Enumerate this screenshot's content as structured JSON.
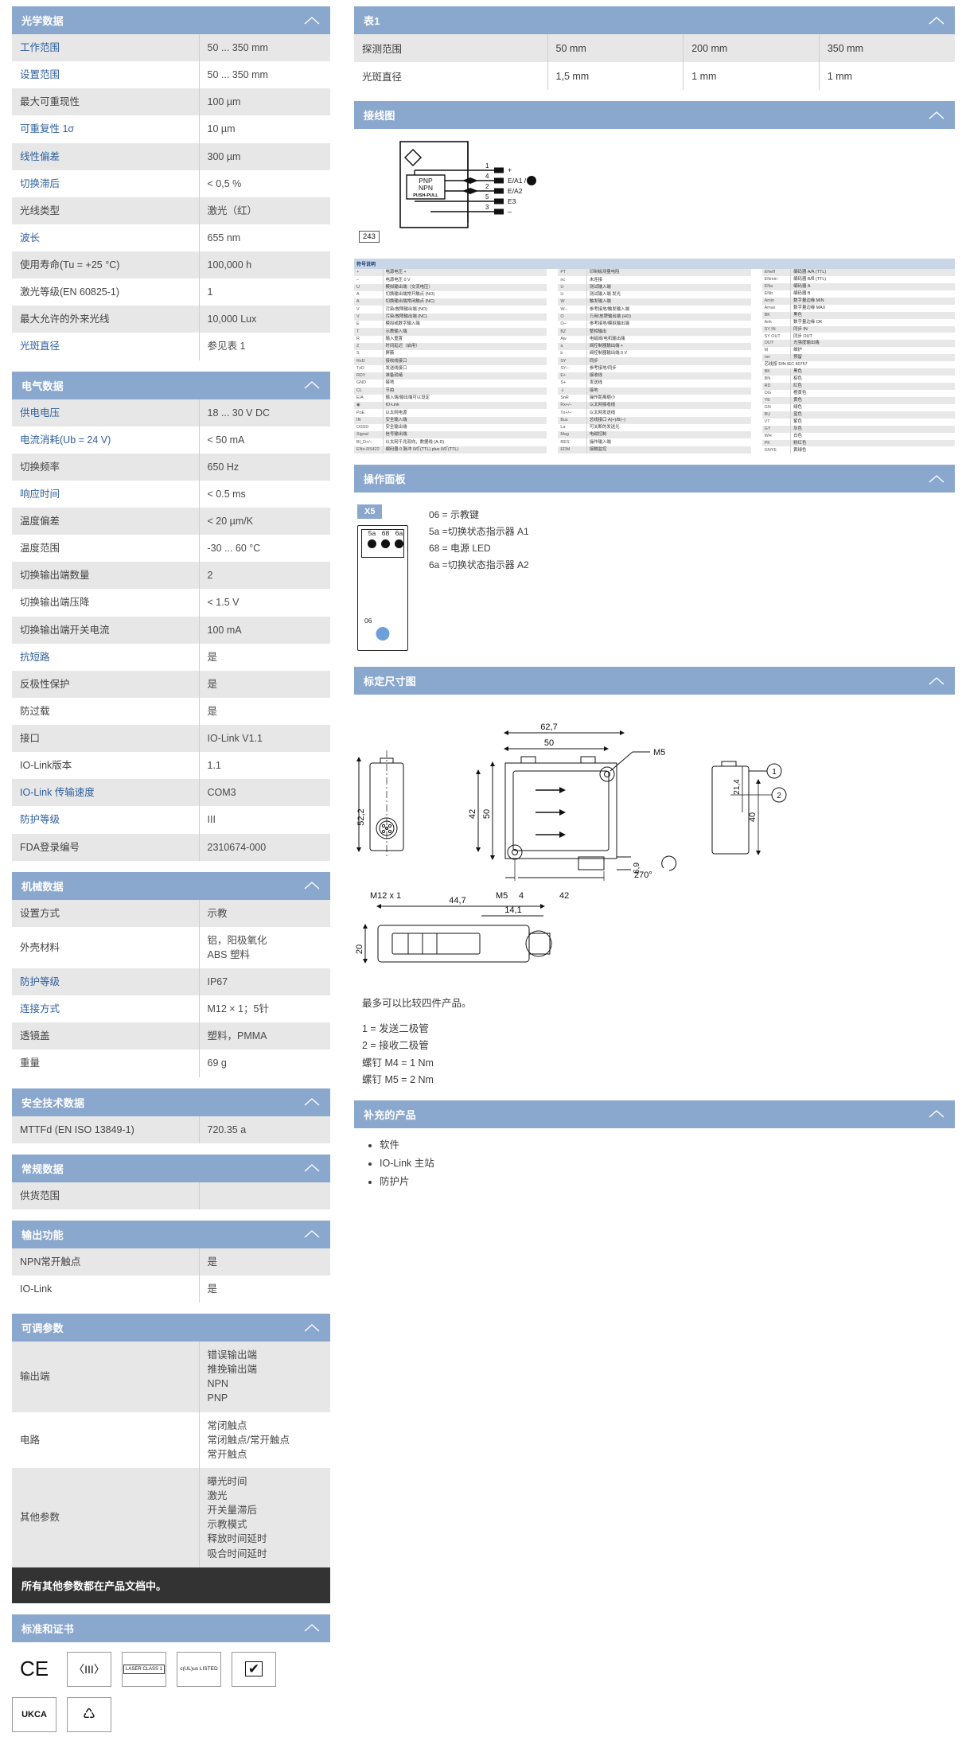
{
  "icons": {
    "collapse": "chevron-up-icon"
  },
  "colors": {
    "header_bar": "#8aa7ce",
    "note_bar": "#333333",
    "link_text": "#2f5f9e",
    "row_alt": "#e7e7e7",
    "led_blue": "#6f9fd8"
  },
  "left": {
    "sections": [
      {
        "title": "光学数据",
        "rows": [
          {
            "label": "工作范围",
            "link": true,
            "value": "50 ... 350 mm"
          },
          {
            "label": "设置范围",
            "link": true,
            "value": "50 ... 350 mm"
          },
          {
            "label": "最大可重现性",
            "link": false,
            "value": "100 µm"
          },
          {
            "label": "可重复性 1σ",
            "link": true,
            "value": "10 µm"
          },
          {
            "label": "线性偏差",
            "link": true,
            "value": "300 µm"
          },
          {
            "label": "切换滞后",
            "link": true,
            "value": "< 0,5 %"
          },
          {
            "label": "光线类型",
            "link": false,
            "value": "激光（红）"
          },
          {
            "label": "波长",
            "link": true,
            "value": "655 nm"
          },
          {
            "label": "使用寿命(Tu = +25 °C)",
            "link": false,
            "value": "100,000 h"
          },
          {
            "label": "激光等级(EN 60825-1)",
            "link": false,
            "value": "1"
          },
          {
            "label": "最大允许的外来光线",
            "link": false,
            "value": "10,000 Lux"
          },
          {
            "label": "光斑直径",
            "link": true,
            "value": "参见表 1"
          }
        ]
      },
      {
        "title": "电气数据",
        "rows": [
          {
            "label": "供电电压",
            "link": true,
            "value": "18 ... 30 V DC"
          },
          {
            "label": "电流消耗(Ub = 24 V)",
            "link": true,
            "value": "< 50 mA"
          },
          {
            "label": "切换频率",
            "link": false,
            "value": "650 Hz"
          },
          {
            "label": "响应时间",
            "link": true,
            "value": "< 0.5 ms"
          },
          {
            "label": "温度偏差",
            "link": false,
            "value": "< 20 µm/K"
          },
          {
            "label": "温度范围",
            "link": false,
            "value": "-30 ... 60 °C"
          },
          {
            "label": "切换输出端数量",
            "link": false,
            "value": "2"
          },
          {
            "label": "切换输出端压降",
            "link": false,
            "value": "< 1.5 V"
          },
          {
            "label": "切换输出端开关电流",
            "link": false,
            "value": "100 mA"
          },
          {
            "label": "抗短路",
            "link": true,
            "value": "是"
          },
          {
            "label": "反极性保护",
            "link": false,
            "value": "是"
          },
          {
            "label": "防过载",
            "link": false,
            "value": "是"
          },
          {
            "label": "接口",
            "link": false,
            "value": "IO-Link V1.1"
          },
          {
            "label": "IO-Link版本",
            "link": false,
            "value": "1.1"
          },
          {
            "label": "IO-Link 传输速度",
            "link": true,
            "value": "COM3"
          },
          {
            "label": "防护等级",
            "link": true,
            "value": "III"
          },
          {
            "label": "FDA登录编号",
            "link": false,
            "value": "2310674-000"
          }
        ]
      },
      {
        "title": "机械数据",
        "rows": [
          {
            "label": "设置方式",
            "link": false,
            "value": "示教"
          },
          {
            "label": "外壳材料",
            "link": false,
            "value": "铝，阳极氧化\nABS 塑料"
          },
          {
            "label": "防护等级",
            "link": true,
            "value": "IP67"
          },
          {
            "label": "连接方式",
            "link": true,
            "value": "M12 × 1；5针"
          },
          {
            "label": "透镜盖",
            "link": false,
            "value": "塑料，PMMA"
          },
          {
            "label": "重量",
            "link": false,
            "value": "69 g"
          }
        ]
      },
      {
        "title": "安全技术数据",
        "rows": [
          {
            "label": "MTTFd (EN ISO 13849-1)",
            "link": false,
            "value": "720.35 a"
          }
        ]
      },
      {
        "title": "常规数据",
        "rows": [
          {
            "label": "供货范围",
            "link": false,
            "value": ""
          }
        ]
      },
      {
        "title": "输出功能",
        "rows": [
          {
            "label": "NPN常开触点",
            "link": false,
            "value": "是"
          },
          {
            "label": "IO-Link",
            "link": false,
            "value": "是"
          }
        ]
      },
      {
        "title": "可调参数",
        "rows": [
          {
            "label": "输出端",
            "link": false,
            "value": "错误输出端\n推挽输出端\nNPN\nPNP"
          },
          {
            "label": "电路",
            "link": false,
            "value": "常闭触点\n常闭触点/常开触点\n常开触点"
          },
          {
            "label": "其他参数",
            "link": false,
            "value": "曝光时间\n激光\n开关量滞后\n示教模式\n释放时间延时\n吸合时间延时"
          }
        ]
      }
    ],
    "note_bar": "所有其他参数都在产品文档中。",
    "cert_section_title": "标准和证书",
    "certs": [
      {
        "name": "ce-mark",
        "text": "CE"
      },
      {
        "name": "class-iii-mark",
        "text": "〈III〉"
      },
      {
        "name": "laser-class-1-mark",
        "text": "LASER CLASS 1"
      },
      {
        "name": "ul-listed-mark",
        "text": "c(UL)us LISTED"
      },
      {
        "name": "checkbox-mark",
        "text": "✔"
      },
      {
        "name": "ukca-mark",
        "text": "UKCA"
      },
      {
        "name": "waste-mark",
        "text": "♺"
      }
    ]
  },
  "right": {
    "table1": {
      "title": "表1",
      "rows": [
        {
          "label": "探测范围",
          "cells": [
            "50 mm",
            "200 mm",
            "350 mm"
          ]
        },
        {
          "label": "光斑直径",
          "cells": [
            "1,5 mm",
            "1 mm",
            "1 mm"
          ]
        }
      ]
    },
    "wiring": {
      "title": "接线图",
      "badge": "243",
      "block_lines": [
        "PNP",
        "NPN",
        "PUSH-PULL"
      ],
      "pins": [
        {
          "num": "1",
          "label": "+"
        },
        {
          "num": "4",
          "label": "E/A1 /"
        },
        {
          "num": "2",
          "label": "E/A2"
        },
        {
          "num": "3",
          "label": "E3"
        },
        {
          "num": "",
          "label": "–"
        }
      ]
    },
    "legend": {
      "title": "符号说明",
      "col1": [
        [
          "+",
          "电源电压 +"
        ],
        [
          "–",
          "电源电压 0 V"
        ],
        [
          "U",
          "模拟输出端（交流电压）"
        ],
        [
          "A",
          "切换输出端常开触点 (NO)"
        ],
        [
          "A",
          "切换输出端常闭触点 (NC)"
        ],
        [
          "V",
          "污染/故障输出端 (NO)"
        ],
        [
          "V",
          "污染/故障输出端 (NC)"
        ],
        [
          "E",
          "模拟或数字输入端"
        ],
        [
          "T",
          "示教输入端"
        ],
        [
          "R",
          "输入重置"
        ],
        [
          "Z",
          "时间延迟（启用）"
        ],
        [
          "S",
          "屏蔽"
        ],
        [
          "RxD",
          "接收线接口"
        ],
        [
          "TxD",
          "发送线接口"
        ],
        [
          "RDY",
          "准备就绪"
        ],
        [
          "GND",
          "接地"
        ],
        [
          "CL",
          "节拍"
        ],
        [
          "E/A",
          "输入端/输出端可以设定"
        ],
        [
          "◉",
          "IO-Link"
        ],
        [
          "PoE",
          "以太网电源"
        ],
        [
          "IN",
          "安全输入端"
        ],
        [
          "OSSD",
          "安全输出端"
        ],
        [
          "Signal",
          "信号输出端"
        ],
        [
          "BI_D+/–",
          "以太网千兆双向，数据线 (A-D)"
        ],
        [
          "ENo-RS422",
          "编码器 0 脉冲 0/0̅ (TTL) plus 0/0̅ (TTL)"
        ]
      ],
      "col2": [
        [
          "PT",
          "印制板测量电阻"
        ],
        [
          "nc",
          "未连接"
        ],
        [
          "U",
          "测试输入端"
        ],
        [
          "U",
          "测试输入端 发光"
        ],
        [
          "W",
          "触发输入端"
        ],
        [
          "W–",
          "参考接地/触发输入端"
        ],
        [
          "O",
          "万用/放牌输出端 (HD)"
        ],
        [
          "O–",
          "参考接地/模拟输出端"
        ],
        [
          "BZ",
          "整相输出"
        ],
        [
          "Aw",
          "电磁阀/电机输出端"
        ],
        [
          "a",
          "阀控制器输出端 +"
        ],
        [
          "b",
          "阀控制器输出端 0 V"
        ],
        [
          "SY",
          "同步"
        ],
        [
          "SY–",
          "参考接地/同步"
        ],
        [
          "E+",
          "接收线"
        ],
        [
          "S+",
          "发送线"
        ],
        [
          "⏚",
          "接地"
        ],
        [
          "SnR",
          "操作距离缩小"
        ],
        [
          "Rx+/–",
          "以太网接收线"
        ],
        [
          "Tx+/–",
          "以太网发送线"
        ],
        [
          "Bus",
          "总线接口 A(+)/B(–)"
        ],
        [
          "La",
          "可关断的发送光"
        ],
        [
          "Mag",
          "电磁控制"
        ],
        [
          "RES",
          "操作输入端"
        ],
        [
          "EDM",
          "接触监控"
        ]
      ],
      "col3": [
        [
          "ENeff",
          "编码器 A/Ā (TTL)"
        ],
        [
          "ENmin",
          "编码器 B/B̅ (TTL)"
        ],
        [
          "ENa",
          "编码器 A"
        ],
        [
          "ENb",
          "编码器 B"
        ],
        [
          "Amin",
          "数字量边缘 MIN"
        ],
        [
          "Amax",
          "数字量边缘 MAX"
        ],
        [
          "BK",
          "黑色"
        ],
        [
          "Ank",
          "数字量边缘 OK"
        ],
        [
          "SY IN",
          "同步 IN"
        ],
        [
          "SY OUT",
          "同步 OUT"
        ],
        [
          "OUT",
          "光强度输出端"
        ],
        [
          "M",
          "维护"
        ],
        [
          "rsv",
          "预留"
        ],
        [
          "芯线按 DIN IEC 60757",
          ""
        ],
        [
          "BK",
          "黑色"
        ],
        [
          "BN",
          "棕色"
        ],
        [
          "RD",
          "红色"
        ],
        [
          "OG",
          "橙黄色"
        ],
        [
          "YE",
          "黄色"
        ],
        [
          "GN",
          "绿色"
        ],
        [
          "BU",
          "蓝色"
        ],
        [
          "VT",
          "紫色"
        ],
        [
          "GY",
          "灰色"
        ],
        [
          "WH",
          "白色"
        ],
        [
          "PK",
          "粉红色"
        ],
        [
          "GNYE",
          "黄绿色"
        ]
      ]
    },
    "oppanel": {
      "title": "操作面板",
      "tag": "X5",
      "led_labels": [
        "5a",
        "68",
        "6a"
      ],
      "button_label": "06",
      "legend": [
        "06 = 示教键",
        "5a =切换状态指示器 A1",
        "68 = 电源 LED",
        "6a =切换状态指示器 A2"
      ]
    },
    "dimensions": {
      "title": "标定尺寸图",
      "labels": [
        "62,7",
        "50",
        "M5",
        "52,2",
        "50",
        "42",
        "40",
        "21,4",
        "1",
        "2",
        "M12 x 1",
        "M5",
        "4",
        "42",
        "6,9",
        "270°",
        "44,7",
        "14,1",
        "20"
      ],
      "notes_lead": "最多可以比较四件产品。",
      "notes": [
        "1 = 发送二极管",
        "2 = 接收二极管",
        "螺钉 M4 = 1 Nm",
        "螺钉 M5 = 2 Nm"
      ]
    },
    "supplementary": {
      "title": "补充的产品",
      "items": [
        "软件",
        "IO-Link 主站",
        "防护片"
      ]
    }
  }
}
